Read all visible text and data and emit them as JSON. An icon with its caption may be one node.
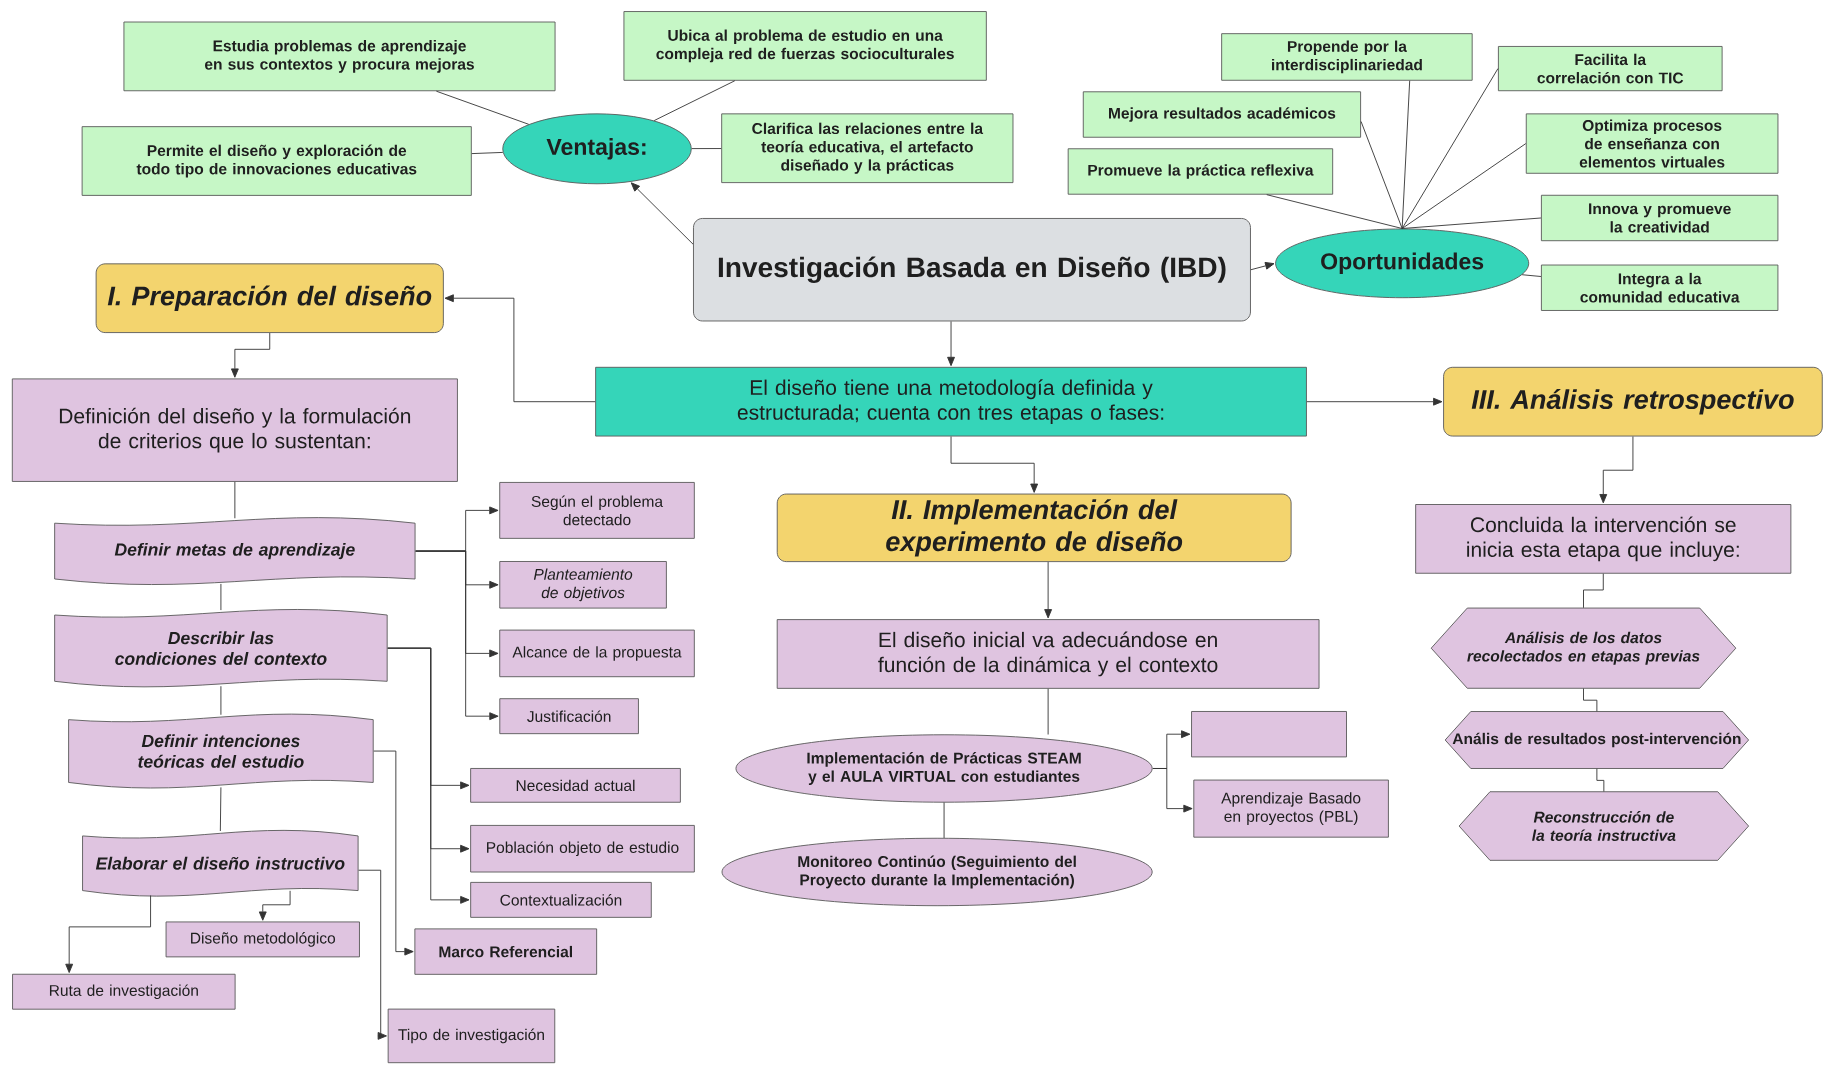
{
  "diagram": {
    "nodes": [
      {
        "text": [
          "Investigación Basada en Diseño (IBD)"
        ]
      },
      {
        "text": [
          "Ventajas:"
        ]
      },
      {
        "text": [
          "Estudia problemas de aprendizaje en sus contextos y procura mejoras"
        ]
      },
      {
        "text": [
          "Ubica al problema de estudio en una compleja red de fuerzas socioculturales"
        ]
      },
      {
        "text": [
          "Permite el diseño y exploración de todo tipo de innovaciones educativas"
        ]
      },
      {
        "text": [
          "Clarifica las relaciones entre la teoría educativa, el artefacto diseñado y la prácticas"
        ]
      },
      {
        "text": [
          "Oportunidades"
        ]
      },
      {
        "text": [
          "Propende por la interdisciplinariedad"
        ]
      },
      {
        "text": [
          "Facilita la correlación con TIC"
        ]
      },
      {
        "text": [
          "Mejora resultados académicos"
        ]
      },
      {
        "text": [
          "Optimiza procesos de enseñanza con elementos virtuales"
        ]
      },
      {
        "text": [
          "Promueve la práctica reflexiva"
        ]
      },
      {
        "text": [
          "Innova y promueve la creatividad"
        ]
      },
      {
        "text": [
          "Integra a la comunidad educativa"
        ]
      },
      {
        "text": [
          "El diseño tiene una metodología definida y estructurada; cuenta con tres etapas o fases:"
        ]
      },
      {
        "text": [
          "I. Preparación del diseño"
        ]
      },
      {
        "text": [
          "III.  Análisis retrospectivo"
        ]
      },
      {
        "text": [
          "Definición del diseño y la formulación de criterios que lo sustentan:"
        ]
      },
      {
        "text": [
          "Definir metas de aprendizaje"
        ]
      },
      {
        "text": [
          "Según el problema detectado"
        ]
      },
      {
        "text": [
          "Planteamiento de objetivos"
        ]
      },
      {
        "text": [
          "Describir las condiciones del contexto"
        ]
      },
      {
        "text": [
          "Alcance de la propuesta"
        ]
      },
      {
        "text": [
          "Justificación"
        ]
      },
      {
        "text": [
          "Definir intenciones teóricas del estudio"
        ]
      },
      {
        "text": [
          "Necesidad actual"
        ]
      },
      {
        "text": [
          "Elaborar el diseño instructivo"
        ]
      },
      {
        "text": [
          "Población objeto de estudio"
        ]
      },
      {
        "text": [
          "Contextualización"
        ]
      },
      {
        "text": [
          "Diseño metodológico"
        ]
      },
      {
        "text": [
          "Marco Referencial"
        ]
      },
      {
        "text": [
          "Ruta de investigación"
        ]
      },
      {
        "text": [
          "Tipo de investigación"
        ]
      },
      {
        "text": [
          "II.  Implementación del experimento de diseño"
        ]
      },
      {
        "text": [
          "El diseño inicial va adecuándose en función de la dinámica y el contexto"
        ]
      },
      {
        "text": [
          "Implementación de Prácticas STEAM y el AULA VIRTUAL con estudiantes"
        ]
      },
      {
        "text": [],
        "shape": "box"
      },
      {
        "text": [
          "Aprendizaje Basado en proyectos (PBL)"
        ]
      },
      {
        "text": [
          "Monitoreo Continúo (Seguimiento del Proyecto durante la Implementación)"
        ]
      },
      {
        "text": [
          "Concluida la intervención se inicia esta etapa que incluye:"
        ]
      },
      {
        "text": [
          "Análisis de los datos recolectados en etapas previas"
        ]
      },
      {
        "text": [
          "Anális de resultados post-intervención"
        ]
      },
      {
        "text": [
          "Reconstrucción de la teoría instructiva"
        ]
      }
    ],
    "edges": [
      {
        "from": 0,
        "to": 1,
        "arrow": "to"
      },
      {
        "from": 1,
        "to": 2,
        "arrow": "none"
      },
      {
        "from": 1,
        "to": 3,
        "arrow": "none"
      },
      {
        "from": 1,
        "to": 4,
        "arrow": "none"
      },
      {
        "from": 1,
        "to": 5,
        "arrow": "none"
      },
      {
        "from": 0,
        "to": 6,
        "arrow": "to"
      },
      {
        "from": 6,
        "to": 7,
        "arrow": "none"
      },
      {
        "from": 6,
        "to": 8,
        "arrow": "none"
      },
      {
        "from": 6,
        "to": 9,
        "arrow": "none"
      },
      {
        "from": 6,
        "to": 10,
        "arrow": "none"
      },
      {
        "from": 6,
        "to": 11,
        "arrow": "none"
      },
      {
        "from": 6,
        "to": 12,
        "arrow": "none"
      },
      {
        "from": 6,
        "to": 13,
        "arrow": "none"
      },
      {
        "from": 0,
        "to": 14,
        "arrow": "to"
      },
      {
        "from": 14,
        "to": 15,
        "arrow": "to"
      },
      {
        "from": 14,
        "to": 16,
        "arrow": "to"
      },
      {
        "from": 14,
        "to": 33,
        "arrow": "to"
      },
      {
        "from": 15,
        "to": 17,
        "arrow": "to"
      },
      {
        "from": 17,
        "to": 18,
        "arrow": "none"
      },
      {
        "from": 18,
        "to": 19,
        "arrow": "to"
      },
      {
        "from": 18,
        "to": 20,
        "arrow": "to"
      },
      {
        "from": 18,
        "to": 22,
        "arrow": "to"
      },
      {
        "from": 18,
        "to": 23,
        "arrow": "to"
      },
      {
        "from": 18,
        "to": 21,
        "arrow": "none"
      },
      {
        "from": 21,
        "to": 25,
        "arrow": "to"
      },
      {
        "from": 21,
        "to": 27,
        "arrow": "to"
      },
      {
        "from": 21,
        "to": 28,
        "arrow": "to"
      },
      {
        "from": 21,
        "to": 24,
        "arrow": "none"
      },
      {
        "from": 24,
        "to": 30,
        "arrow": "to"
      },
      {
        "from": 24,
        "to": 26,
        "arrow": "none"
      },
      {
        "from": 26,
        "to": 29,
        "arrow": "to"
      },
      {
        "from": 26,
        "to": 31,
        "arrow": "to"
      },
      {
        "from": 26,
        "to": 32,
        "arrow": "to"
      },
      {
        "from": 33,
        "to": 34,
        "arrow": "to"
      },
      {
        "from": 34,
        "to": 35,
        "arrow": "none"
      },
      {
        "from": 35,
        "to": 36,
        "arrow": "to"
      },
      {
        "from": 35,
        "to": 37,
        "arrow": "to"
      },
      {
        "from": 35,
        "to": 38,
        "arrow": "none"
      },
      {
        "from": 16,
        "to": 39,
        "arrow": "to"
      },
      {
        "from": 39,
        "to": 40,
        "arrow": "none"
      },
      {
        "from": 40,
        "to": 41,
        "arrow": "none"
      },
      {
        "from": 41,
        "to": 42,
        "arrow": "none"
      }
    ]
  }
}
